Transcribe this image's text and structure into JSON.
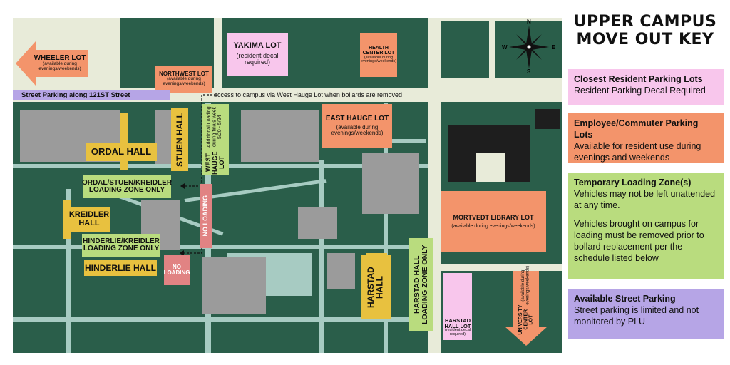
{
  "key": {
    "title_line1": "UPPER CAMPUS",
    "title_line2": "MOVE OUT KEY",
    "items": [
      {
        "title": "Closest Resident Parking Lots",
        "desc": "Resident Parking Decal Required",
        "color": "#f8c6ec"
      },
      {
        "title": "Employee/Commuter Parking Lots",
        "desc": "Available for resident use during evenings and weekends",
        "color": "#f3946b"
      },
      {
        "title": "Temporary Loading Zone(s)",
        "desc": "Vehicles may not be left unattended at any time.",
        "desc2": "Vehicles brought on campus for loading must be removed prior to bollard replacement per the schedule listed below",
        "color": "#b9dc7e"
      },
      {
        "title": "Available Street Parking",
        "desc": "Street parking is limited and not monitored by PLU",
        "color": "#b6a5e6"
      }
    ]
  },
  "compass": {
    "n": "N",
    "s": "S",
    "e": "E",
    "w": "W"
  },
  "lots": {
    "wheeler": {
      "name": "WHEELER LOT",
      "note": "(available during evenings/weekends)"
    },
    "northwest": {
      "name": "NORTHWEST LOT",
      "note": "(available during evenings/weekends)"
    },
    "yakima": {
      "name": "YAKIMA LOT",
      "note": "(resident decal required)"
    },
    "health": {
      "name": "HEALTH CENTER LOT",
      "note": "(available during evenings/weekends)"
    },
    "east_hauge": {
      "name": "EAST HAUGE LOT",
      "note": "(available during evenings/weekends)"
    },
    "west_hauge": {
      "name": "WEST HAUGE LOT",
      "note": "Additional Loading during finals week 5/20 - 5/24"
    },
    "mortvedt": {
      "name": "MORTVEDT LIBRARY LOT",
      "note": "(available during evenings/weekends)"
    },
    "harstad": {
      "name": "HARSTAD HALL LOT",
      "note": "(resident decal required)"
    },
    "university_center": {
      "name": "UNIVERSITY CENTER LOT",
      "note": "(available during evenings/weekends)"
    }
  },
  "street_parking": "Street Parking along 121ST Street",
  "access_note": "access to campus via West Hauge Lot when bollards are removed",
  "halls": {
    "ordal": "ORDAL HALL",
    "stuen": "STUEN HALL",
    "kreidler_1": "KREIDLER",
    "kreidler_2": "HALL",
    "hinderlie": "HINDERLIE HALL",
    "harstad": "HARSTAD HALL"
  },
  "zones": {
    "ordal_stuen_kreidler": "ORDAL/STUEN/KREIDLER LOADING ZONE ONLY",
    "hinderlie_kreidler": "HINDERLIE/KREIDLER LOADING ZONE ONLY",
    "harstad": "HARSTAD HALL LOADING ZONE ONLY",
    "no_loading_1": "NO LOADING",
    "no_loading_2": "NO LOADING"
  }
}
